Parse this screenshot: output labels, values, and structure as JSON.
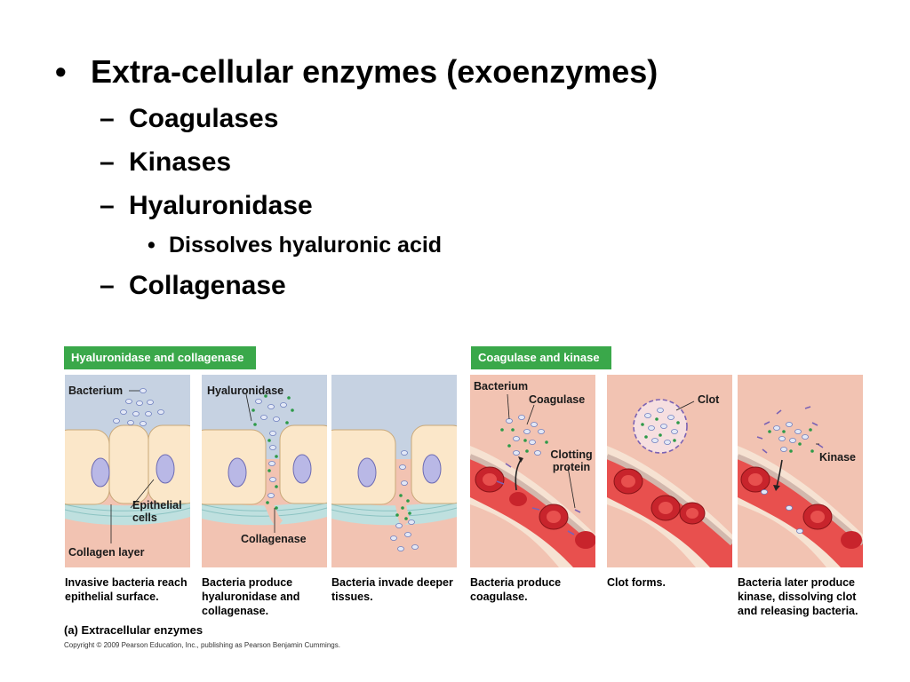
{
  "bullets": {
    "main": "Extra-cellular enzymes (exoenzymes)",
    "main_mark": "•",
    "dash": "–",
    "sub_mark": "•",
    "items": [
      "Coagulases",
      "Kinases",
      "Hyaluronidase",
      "Collagenase"
    ],
    "subitem": "Dissolves hyaluronic acid"
  },
  "figure": {
    "header_left": "Hyaluronidase and collagenase",
    "header_right": "Coagulase and kinase",
    "captions": [
      "Invasive bacteria reach epithelial surface.",
      "Bacteria produce hyaluronidase and collagenase.",
      "Bacteria invade deeper tissues.",
      "Bacteria produce coagulase.",
      "Clot forms.",
      "Bacteria later produce kinase, dissolving clot and releasing bacteria."
    ],
    "labels": {
      "bacterium": "Bacterium",
      "epithelial_cells": "Epithelial cells",
      "collagen_layer": "Collagen layer",
      "hyaluronidase": "Hyaluronidase",
      "collagenase": "Collagenase",
      "coagulase": "Coagulase",
      "clotting_protein": "Clotting protein",
      "clot": "Clot",
      "kinase": "Kinase"
    },
    "title": "(a) Extracellular enzymes",
    "copyright": "Copyright © 2009 Pearson Education, Inc., publishing as Pearson Benjamin Cummings."
  },
  "colors": {
    "header_green": "#3aa84a",
    "sky": "#c6d2e2",
    "tissue": "#f2c3b2",
    "cell": "#fbe7c9",
    "nucleus": "#b9b8e6",
    "collagen": "#bfe0df",
    "blood": "#e8504e",
    "rbc": "#c8242c",
    "enzyme_dot": "#2d9a48",
    "protein": "#7b62b4"
  }
}
